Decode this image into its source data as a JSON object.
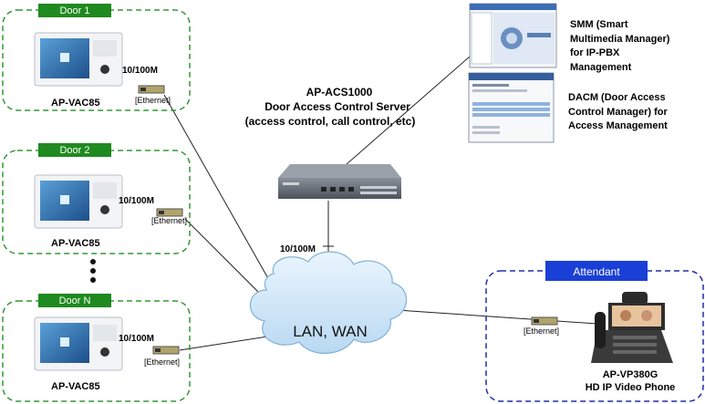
{
  "doors": [
    {
      "tag": "Door 1",
      "device": "AP-VAC85",
      "speed": "10/100M",
      "ethernet": "[Ethernet]"
    },
    {
      "tag": "Door 2",
      "device": "AP-VAC85",
      "speed": "10/100M",
      "ethernet": "[Ethernet]"
    },
    {
      "tag": "Door N",
      "device": "AP-VAC85",
      "speed": "10/100M",
      "ethernet": "[Ethernet]"
    }
  ],
  "server": {
    "name": "AP-ACS1000",
    "line2": "Door Access Control Server",
    "line3": "(access control, call control, etc)",
    "speed": "10/100M"
  },
  "smm": {
    "line1": "SMM (Smart",
    "line2": "Multimedia Manager)",
    "line3": "for IP-PBX",
    "line4": "Management"
  },
  "dacm": {
    "line1": "DACM (Door Access",
    "line2": "Control Manager) for",
    "line3": "Access Management"
  },
  "network": {
    "label": "LAN, WAN"
  },
  "attendant": {
    "tag": "Attendant",
    "ethernet": "[Ethernet]",
    "device": "AP-VP380G",
    "device_desc": "HD IP Video Phone"
  },
  "colors": {
    "door_border": "#339933",
    "door_tag": "#1f8a1f",
    "attendant_border": "#1f2fa8",
    "attendant_tag": "#1a3fd6",
    "cloud": "#cfe6f7"
  }
}
